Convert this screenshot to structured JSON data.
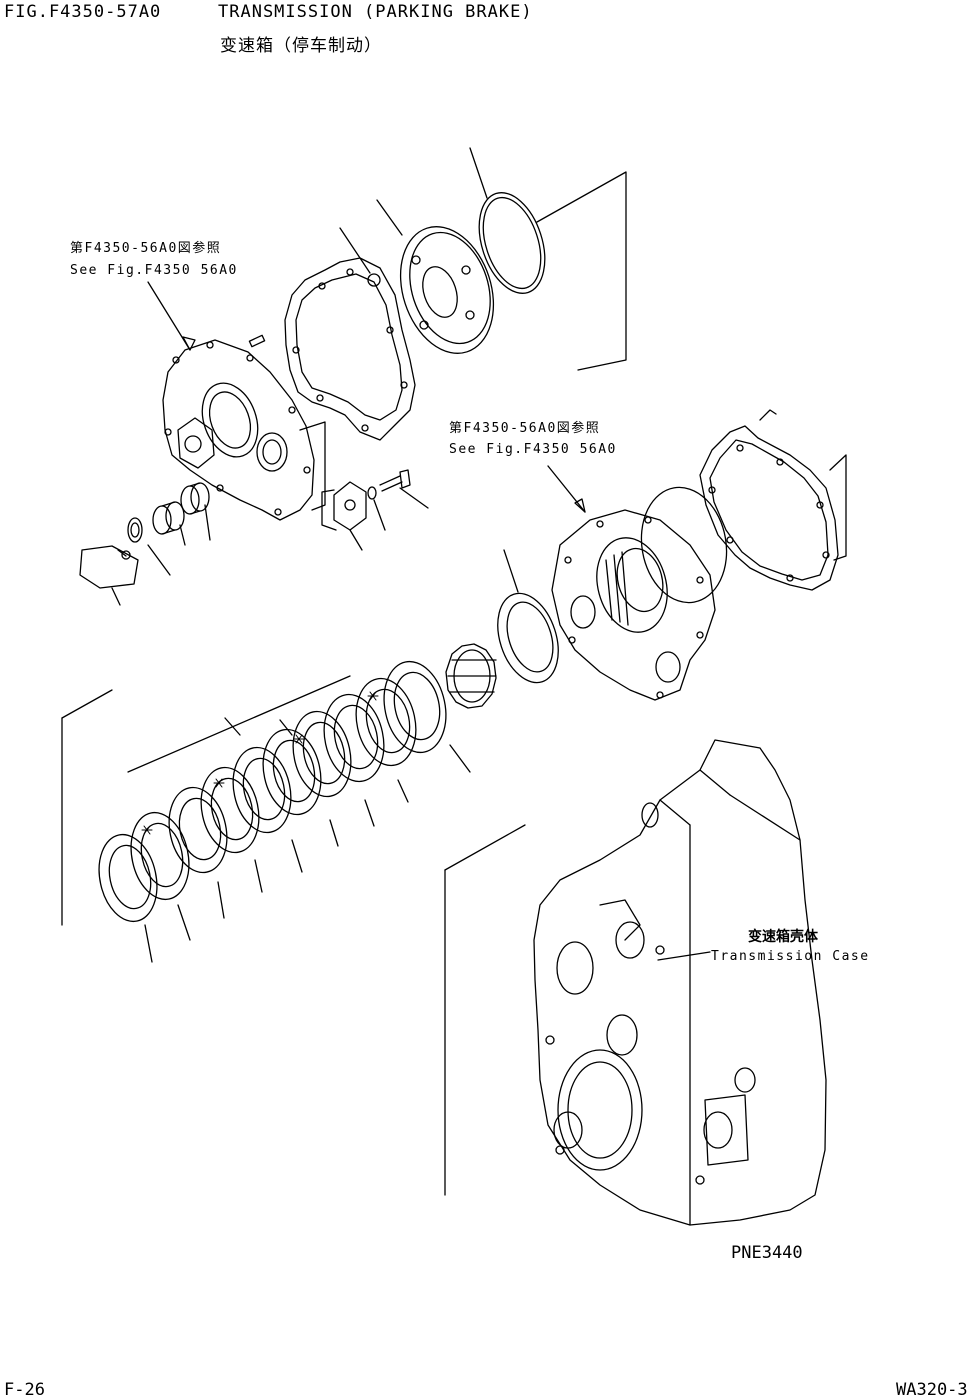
{
  "header": {
    "fig_number": "FIG.F4350-57A0",
    "title_en": "TRANSMISSION  (PARKING BRAKE)",
    "title_cn": "变速箱（停车制动）"
  },
  "references": [
    {
      "cn": "第F4350-56A0図参照",
      "en": "See Fig.F4350 56A0"
    },
    {
      "cn": "第F4350-56A0図参照",
      "en": "See Fig.F4350 56A0"
    }
  ],
  "case_label": {
    "cn": "变速箱壳体",
    "en": "Transmission Case"
  },
  "drawing_code": "PNE3440",
  "footer": {
    "page": "F-26",
    "model": "WA320-3"
  }
}
